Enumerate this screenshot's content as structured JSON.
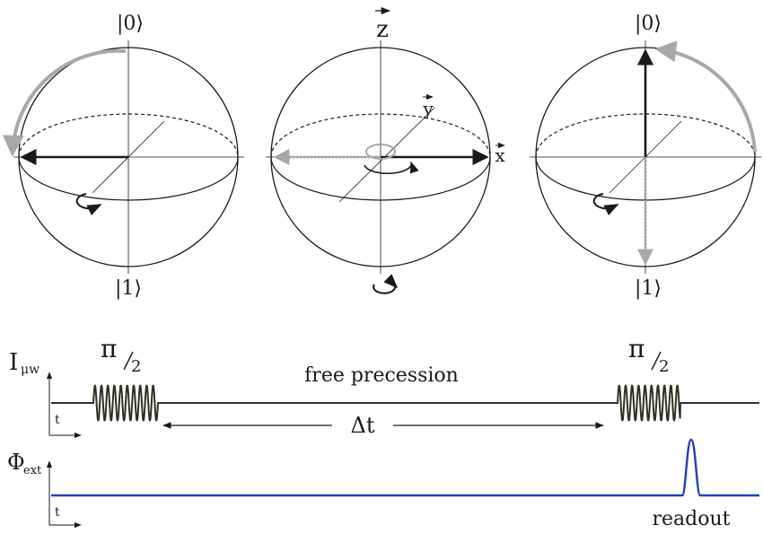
{
  "spheres": [
    {
      "top_label": "|0⟩",
      "bottom_label": "|1⟩"
    },
    {
      "top_label": "z",
      "x_label": "x",
      "y_label": "y"
    },
    {
      "top_label": "|0⟩",
      "bottom_label": "|1⟩"
    }
  ],
  "timing": {
    "mw_label_main": "I",
    "mw_label_sub": "μw",
    "pulse_label_num": "π",
    "pulse_label_den": "2",
    "free_precession": "free precession",
    "delta_t": "Δt",
    "axis_t": "t",
    "flux_label_main": "Φ",
    "flux_label_sub": "ext",
    "readout": "readout"
  },
  "colors": {
    "ink": "#1a1a1a",
    "arrow_gray": "#a8a8a8",
    "pulse_line": "#2f3322",
    "flux_line": "#1f3fc0"
  }
}
